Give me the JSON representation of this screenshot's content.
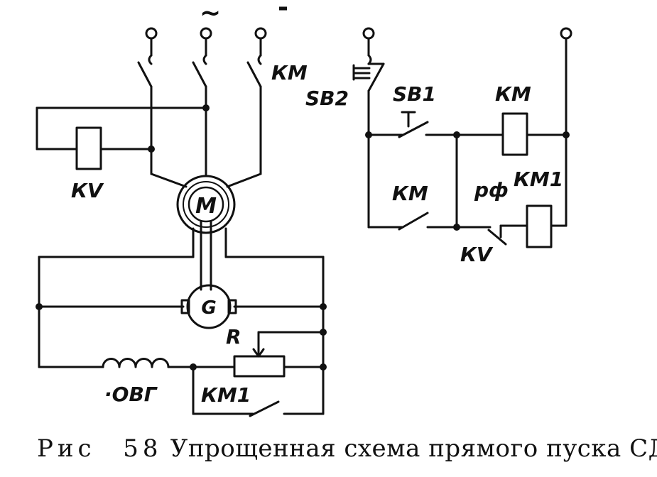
{
  "labels": {
    "supply_ac": "~",
    "supply_dc_minus": "-",
    "km_main": "КМ",
    "kv_relay": "КV",
    "motor": "М",
    "generator": "G",
    "rheostat": "R",
    "field_winding": "·ОВГ",
    "km1_contact": "КМ1",
    "sb2": "SB2",
    "sb1": "SB1",
    "km_coil": "КМ",
    "km_hold": "КМ",
    "rf_km1": "рф",
    "km1_coil": "КМ1",
    "kv_contact": "КV"
  },
  "caption": {
    "fig_label": "Рис",
    "fig_number": "58",
    "title": "Упрощенная схема прямого пуска СД"
  }
}
